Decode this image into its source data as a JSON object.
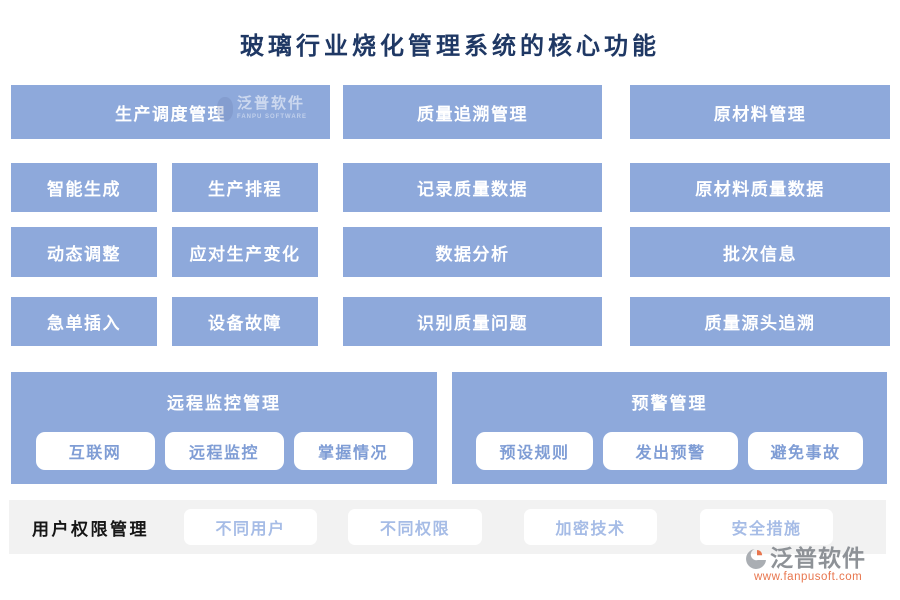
{
  "title": "玻璃行业烧化管理系统的核心功能",
  "columns": [
    {
      "header": "生产调度管理",
      "cells": [
        "智能生成",
        "生产排程",
        "动态调整",
        "应对生产变化",
        "急单插入",
        "设备故障"
      ]
    },
    {
      "header": "质量追溯管理",
      "cells": [
        "记录质量数据",
        "数据分析",
        "识别质量问题"
      ]
    },
    {
      "header": "原材料管理",
      "cells": [
        "原材料质量数据",
        "批次信息",
        "质量源头追溯"
      ]
    }
  ],
  "panels": [
    {
      "title": "远程监控管理",
      "buttons": [
        "互联网",
        "远程监控",
        "掌握情况"
      ]
    },
    {
      "title": "预警管理",
      "buttons": [
        "预设规则",
        "发出预警",
        "避免事故"
      ]
    }
  ],
  "band": {
    "label": "用户权限管理",
    "buttons": [
      "不同用户",
      "不同权限",
      "加密技术",
      "安全措施"
    ]
  },
  "watermark": {
    "name": "泛普软件",
    "subtitle": "FANPU SOFTWARE"
  },
  "logo": {
    "name": "泛普软件",
    "url": "www.fanpusoft.com"
  },
  "colors": {
    "box_blue": "#8EA9DB",
    "title_navy": "#1F3864",
    "band_gray": "#F2F2F2",
    "pill_text_blue": "#7F9DD5",
    "band_text_blue": "#A6BCE6",
    "logo_orange": "#E8764E",
    "logo_gray": "#8E9297"
  }
}
